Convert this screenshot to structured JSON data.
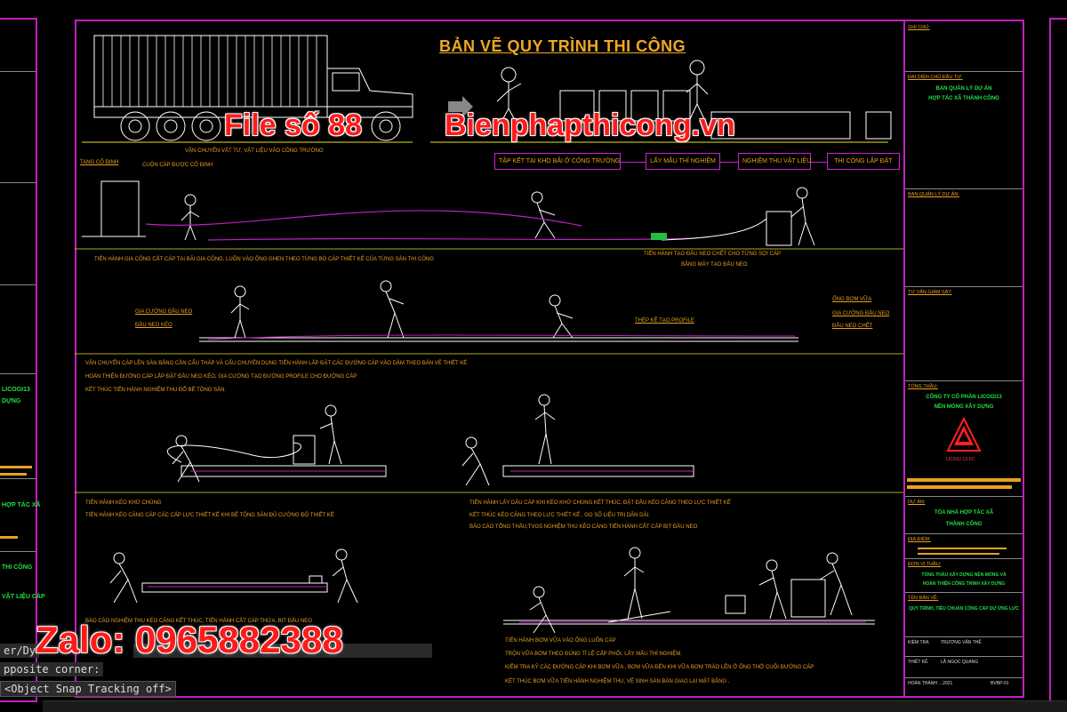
{
  "drawing": {
    "title": "BẢN VẼ QUY TRÌNH THI CÔNG"
  },
  "watermark": {
    "file_label": "File số 88",
    "site": "Bienphapthicong.vn",
    "zalo": "Zalo: 0965882388"
  },
  "command_line": {
    "line1": "er/Dy",
    "line2": "pposite corner:",
    "line3": "<Object Snap Tracking off>"
  },
  "flow": [
    "TẬP KẾT TẠI KHO BÃI Ở CÔNG TRƯỜNG",
    "LẤY MẪU THÍ NGHIỆM",
    "NGHIỆM THU VẬT LIỆU",
    "THI CÔNG LẮP ĐẶT"
  ],
  "labels": {
    "truck_caption": "VẬN CHUYỂN VẬT TƯ, VẬT LIỆU VÀO CÔNG TRƯỜNG",
    "fixed_frame": "TANG CỐ ĐỊNH",
    "cable_coil": "CUỘN CÁP ĐƯỢC CỐ ĐỊNH",
    "step1": "TIẾN HÀNH GIA CÔNG CẮT CÁP TẠI BÃI GIA CÔNG, LUỒN VÀO ỐNG GHEN THEO TỪNG BÓ CÁP THIẾT KẾ CỦA TỪNG SÀN THI CÔNG",
    "anchor_make_1": "TIẾN HÀNH TẠO ĐẦU NEO CHẾT CHO TỪNG SỢI CÁP",
    "anchor_make_2": "BẰNG MÁY TẠO ĐẦU NEO",
    "grout_pipe": "ỐNG BƠM VỮA",
    "rebar_anchor_l": "GIA CƯỜNG ĐẦU NEO",
    "anchor_pull": "ĐẦU NEO KÉO",
    "profile_steel": "THÉP KÊ TẠO PROFILE",
    "rebar_anchor_r": "GIA CƯỜNG ĐẦU NEO",
    "dead_anchor": "ĐẦU NEO CHẾT",
    "step2_1": "VẬN CHUYỂN CÁP LÊN SÀN BẰNG CẦN CẨU THÁP VÀ CẨU CHUYÊN DỤNG TIẾN HÀNH LẮP ĐẶT CÁC ĐƯỜNG CÁP VÀO DẦM THEO BẢN VẼ THIẾT KẾ",
    "step2_2": "HOÀN THIỆN ĐƯỜNG CÁP LẮP ĐẶT ĐẦU NEO KÉO, GIA CƯỜNG TẠO ĐƯỜNG PROFILE CHO ĐƯỜNG CÁP",
    "step2_3": "KẾT THÚC TIẾN HÀNH NGHIỆM THU ĐỔ BÊ TÔNG SÀN.",
    "step3_1": "TIẾN HÀNH KÉO KHỬ CHÙNG",
    "step3_2": "TIẾN HÀNH KÉO CĂNG CÁP CÁC CẤP LỰC THIẾT KẾ KHI BÊ TÔNG SÀN ĐỦ CƯỜNG ĐỘ THIẾT KẾ",
    "step4_1": "TIẾN HÀNH LẤY DẤU CÁP KHI KÉO KHỬ CHÙNG KẾT THÚC, ĐẶT ĐẦU KÉO CĂNG THEO LỰC THIẾT KẾ",
    "step4_2": "KẾT THÚC KÉO CĂNG THEO LỰC THIẾT KẾ , GO SỐ LIỆU TRỊ DÃN DÀI.",
    "step4_3": "BÁO CÁO TỔNG THẦU,TVGS NGHIỆM THU KÉO CĂNG TIẾN HÀNH CẮT CÁP BỊT ĐẦU NEO",
    "step5": "BÁO CÁO NGHIỆM THU KÉO CĂNG KẾT THÚC, TIẾN HÀNH CẮT CÁP THỪA, BỊT ĐẦU NEO",
    "step6_1": "TIẾN HÀNH BƠM VỮA VÀO ỐNG LUỒN CÁP",
    "step6_2": "TRỘN VỮA BƠM THEO ĐÚNG TỈ LỆ CẤP PHỐI, LẤY MẪU THÍ NGHIỆM.",
    "step6_3": "KIỂM TRA KỸ CÁC ĐƯỜNG CÁP KHI BƠM VỮA , BƠM VỮA ĐẾN KHI VỮA BƠM TRÀO LÊN Ở ỐNG THỞ CUỐI ĐƯỜNG CÁP",
    "step6_4": "KẾT THÚC BƠM VỮA TIẾN HÀNH NGHIỆM THU, VỆ SINH SÀN BÀN GIAO LẠI MẶT BẰNG ."
  },
  "title_block": {
    "note": "GHI CHÚ:",
    "investor_lbl": "ĐẠI DIỆN CHỦ ĐẦU TƯ:",
    "investor_1": "BAN QUẢN LÝ DỰ ÁN",
    "investor_2": "HỢP TÁC XÃ THÀNH CÔNG",
    "pm_lbl": "BAN QUẢN LÝ DỰ ÁN:",
    "supervisor_lbl": "TƯ VẤN GIÁM SÁT:",
    "contractor_lbl": "TỔNG THẦU:",
    "contractor_1": "CÔNG TY CỔ PHẦN LICOGI13",
    "contractor_2": "NỀN MÓNG XÂY DỰNG",
    "logo_text": "LICOGI 13-FC",
    "project_lbl": "DỰ ÁN:",
    "project_1": "TÒA NHÀ HỢP TÁC XÃ",
    "project_2": "THÀNH CÔNG",
    "address_lbl": "ĐỊA ĐIỂM:",
    "contents_lbl": "ĐƠN VỊ THẦU:",
    "contents_1": "TỔNG THẦU XÂY DỰNG NỀN MÓNG VÀ",
    "contents_2": "HOÀN THIỆN CÔNG TRÌNH XÂY DỰNG",
    "drawing_lbl": "TÊN BẢN VẼ:",
    "drawing_name": "QUY TRÌNH, TIÊU CHUẨN CÔNG CÁP DỰ ỨNG LỰC",
    "check_lbl": "KIỂM TRA",
    "check_name": "TRƯƠNG VĂN THẾ",
    "design_lbl": "THIẾT KẾ",
    "design_name": "LÃ NGỌC QUANG",
    "date_lbl": "HOÀN THÀNH",
    "date_val": "...2021",
    "sheet_val": "BVBP-01"
  },
  "left_panel": {
    "t1": "LICOGI13",
    "t2": "DỰNG",
    "t3": "HỢP TÁC XÃ",
    "t4": "THI CÔNG",
    "t5": "VẬT LIỆU CÁP"
  },
  "colors": {
    "frame": "#c020c0",
    "text": "#e8a020",
    "green": "#20e040",
    "cable": "#c020c0",
    "figure": "#ffffff",
    "watermark": "#ff1a1a"
  }
}
